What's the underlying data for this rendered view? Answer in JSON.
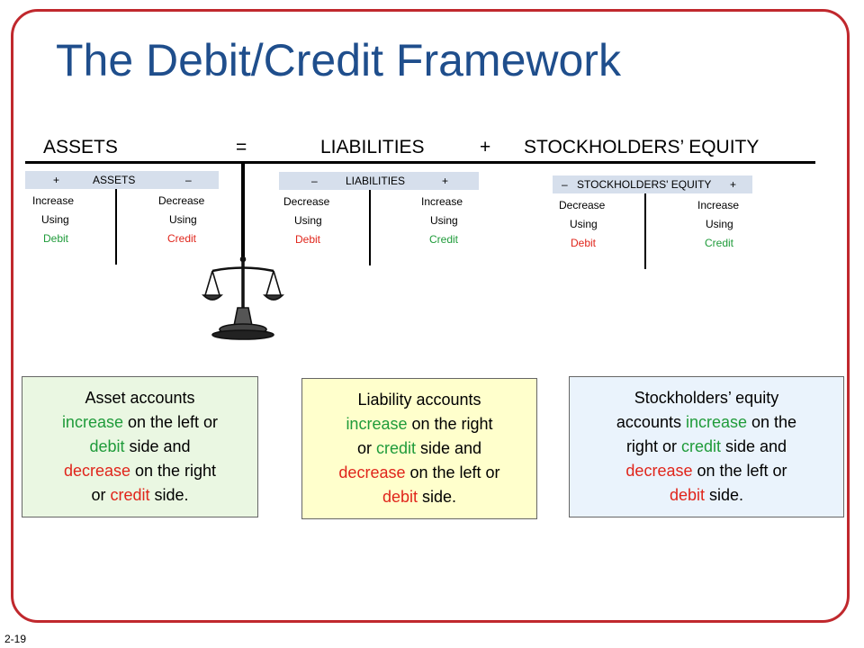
{
  "slide": {
    "title": "The Debit/Credit Framework",
    "page_number": "2-19"
  },
  "equation": {
    "assets": "ASSETS",
    "equals": "=",
    "liabilities": "LIABILITIES",
    "plus": "+",
    "equity": "STOCKHOLDERS’ EQUITY"
  },
  "t_accounts": {
    "assets": {
      "left_sign": "+",
      "name": "ASSETS",
      "right_sign": "–",
      "left": [
        "Increase",
        "Using",
        "Debit"
      ],
      "right": [
        "Decrease",
        "Using",
        "Credit"
      ]
    },
    "liabilities": {
      "left_sign": "–",
      "name": "LIABILITIES",
      "right_sign": "+",
      "left": [
        "Decrease",
        "Using",
        "Debit"
      ],
      "right": [
        "Increase",
        "Using",
        "Credit"
      ]
    },
    "equity": {
      "left_sign": "–",
      "name": "STOCKHOLDERS' EQUITY",
      "right_sign": "+",
      "left": [
        "Decrease",
        "Using",
        "Debit"
      ],
      "right": [
        "Increase",
        "Using",
        "Credit"
      ]
    }
  },
  "boxes": {
    "assets": {
      "p1": "Asset accounts",
      "increase": "increase",
      "p2": " on the left or",
      "debit": "debit",
      "p3": "  side and",
      "decrease": "decrease",
      "p4": " on the right",
      "p5": "or  ",
      "credit": "credit",
      "p6": " side."
    },
    "liabilities": {
      "p1": "Liability accounts",
      "increase": "increase",
      "p2": " on the right",
      "p3": "or ",
      "credit": "credit",
      "p4": " side and",
      "decrease": "decrease",
      "p5": " on the left or",
      "debit": "debit",
      "p6": " side."
    },
    "equity": {
      "p1": "Stockholders’ equity",
      "p2": "accounts ",
      "increase": "increase",
      "p3": " on the",
      "p4": "right or ",
      "credit": "credit",
      "p5": " side and",
      "decrease": "decrease",
      "p6": " on the left or",
      "debit": "debit",
      "p7": " side."
    }
  },
  "colors": {
    "title": "#1f4e8c",
    "frame": "#c0282d",
    "increase_debit_green": "#1f9b3a",
    "decrease_credit_red": "#e0251b",
    "t_header": "#d6dfec"
  },
  "icons": {
    "scale": "balance-scale-icon"
  }
}
